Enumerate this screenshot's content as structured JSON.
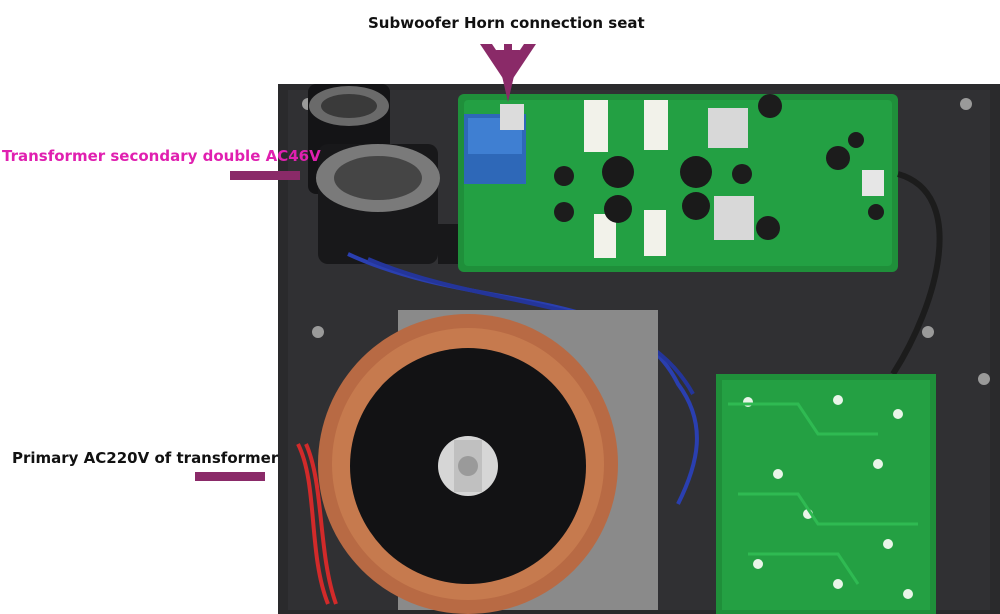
{
  "labels": {
    "top": "Subwoofer Horn connection seat",
    "left_upper": "Transformer secondary double AC46V",
    "left_lower": "Primary AC220V of transformer"
  },
  "colors": {
    "top_label": "#111111",
    "left_upper_label": "#e020b0",
    "left_lower_label": "#111111",
    "marker": "#8a2a68",
    "pcb_green": "#1f8f3a",
    "chassis": "#262628",
    "transformer_copper": "#c67a4e"
  },
  "icons": {
    "pointer": "down-arrow-icon"
  }
}
